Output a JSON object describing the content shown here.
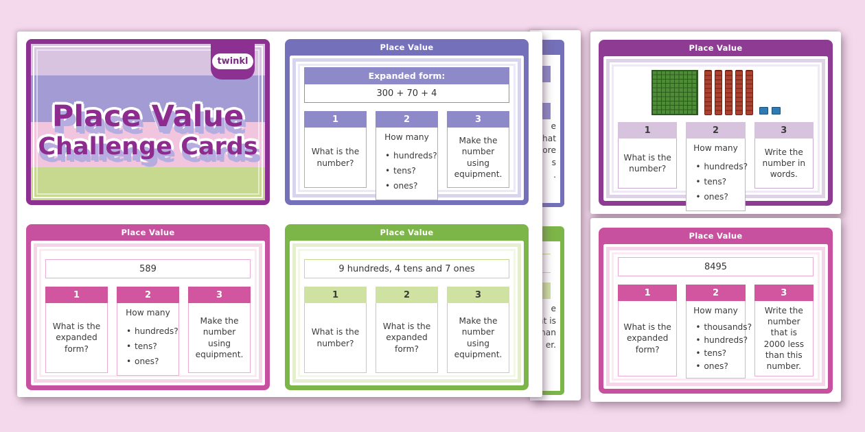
{
  "title_card": {
    "title_line1": "Place Value",
    "title_line2": "Challenge Cards",
    "logo_text": "twinkl"
  },
  "cards": {
    "expanded_form": {
      "header": "Place Value",
      "banner": "Expanded form:",
      "value": "300 + 70 + 4",
      "col1": {
        "num": "1",
        "text": "What is the number?"
      },
      "col2": {
        "num": "2",
        "title": "How many",
        "bullets": [
          "hundreds?",
          "tens?",
          "ones?"
        ]
      },
      "col3": {
        "num": "3",
        "text": "Make the number using equipment."
      }
    },
    "blocks": {
      "header": "Place Value",
      "blocks": {
        "hundreds": 1,
        "tens": 5,
        "ones": 2
      },
      "col1": {
        "num": "1",
        "text": "What is the number?"
      },
      "col2": {
        "num": "2",
        "title": "How many",
        "bullets": [
          "hundreds?",
          "tens?",
          "ones?"
        ]
      },
      "col3": {
        "num": "3",
        "text": "Write the number in words."
      }
    },
    "pink_589": {
      "header": "Place Value",
      "value": "589",
      "col1": {
        "num": "1",
        "text": "What is the expanded form?"
      },
      "col2": {
        "num": "2",
        "title": "How many",
        "bullets": [
          "hundreds?",
          "tens?",
          "ones?"
        ]
      },
      "col3": {
        "num": "3",
        "text": "Make the number using equipment."
      }
    },
    "green_947": {
      "header": "Place Value",
      "value": "9 hundreds, 4 tens and 7 ones",
      "col1": {
        "num": "1",
        "text": "What is the number?"
      },
      "col2": {
        "num": "2",
        "text": "What is the expanded form?"
      },
      "col3": {
        "num": "3",
        "text": "Make the number using equipment."
      }
    },
    "pink_8495": {
      "header": "Place Value",
      "value": "8495",
      "col1": {
        "num": "1",
        "text": "What is the expanded form?"
      },
      "col2": {
        "num": "2",
        "title": "How many",
        "bullets": [
          "thousands?",
          "hundreds?",
          "tens?",
          "ones?"
        ]
      },
      "col3": {
        "num": "3",
        "text": "Write the number that is 2000 less than this number."
      }
    }
  },
  "back_fragments": {
    "purple": [
      "e",
      "hat",
      "ore",
      "s",
      "."
    ],
    "green": [
      "e",
      "at is",
      "than",
      "er."
    ]
  },
  "colors": {
    "page_background": "#f4d9ec",
    "purple": "#7470b9",
    "magenta": "#8e3b93",
    "pink": "#c7519f",
    "green": "#7cb548",
    "title_purple": "#8c3191"
  }
}
